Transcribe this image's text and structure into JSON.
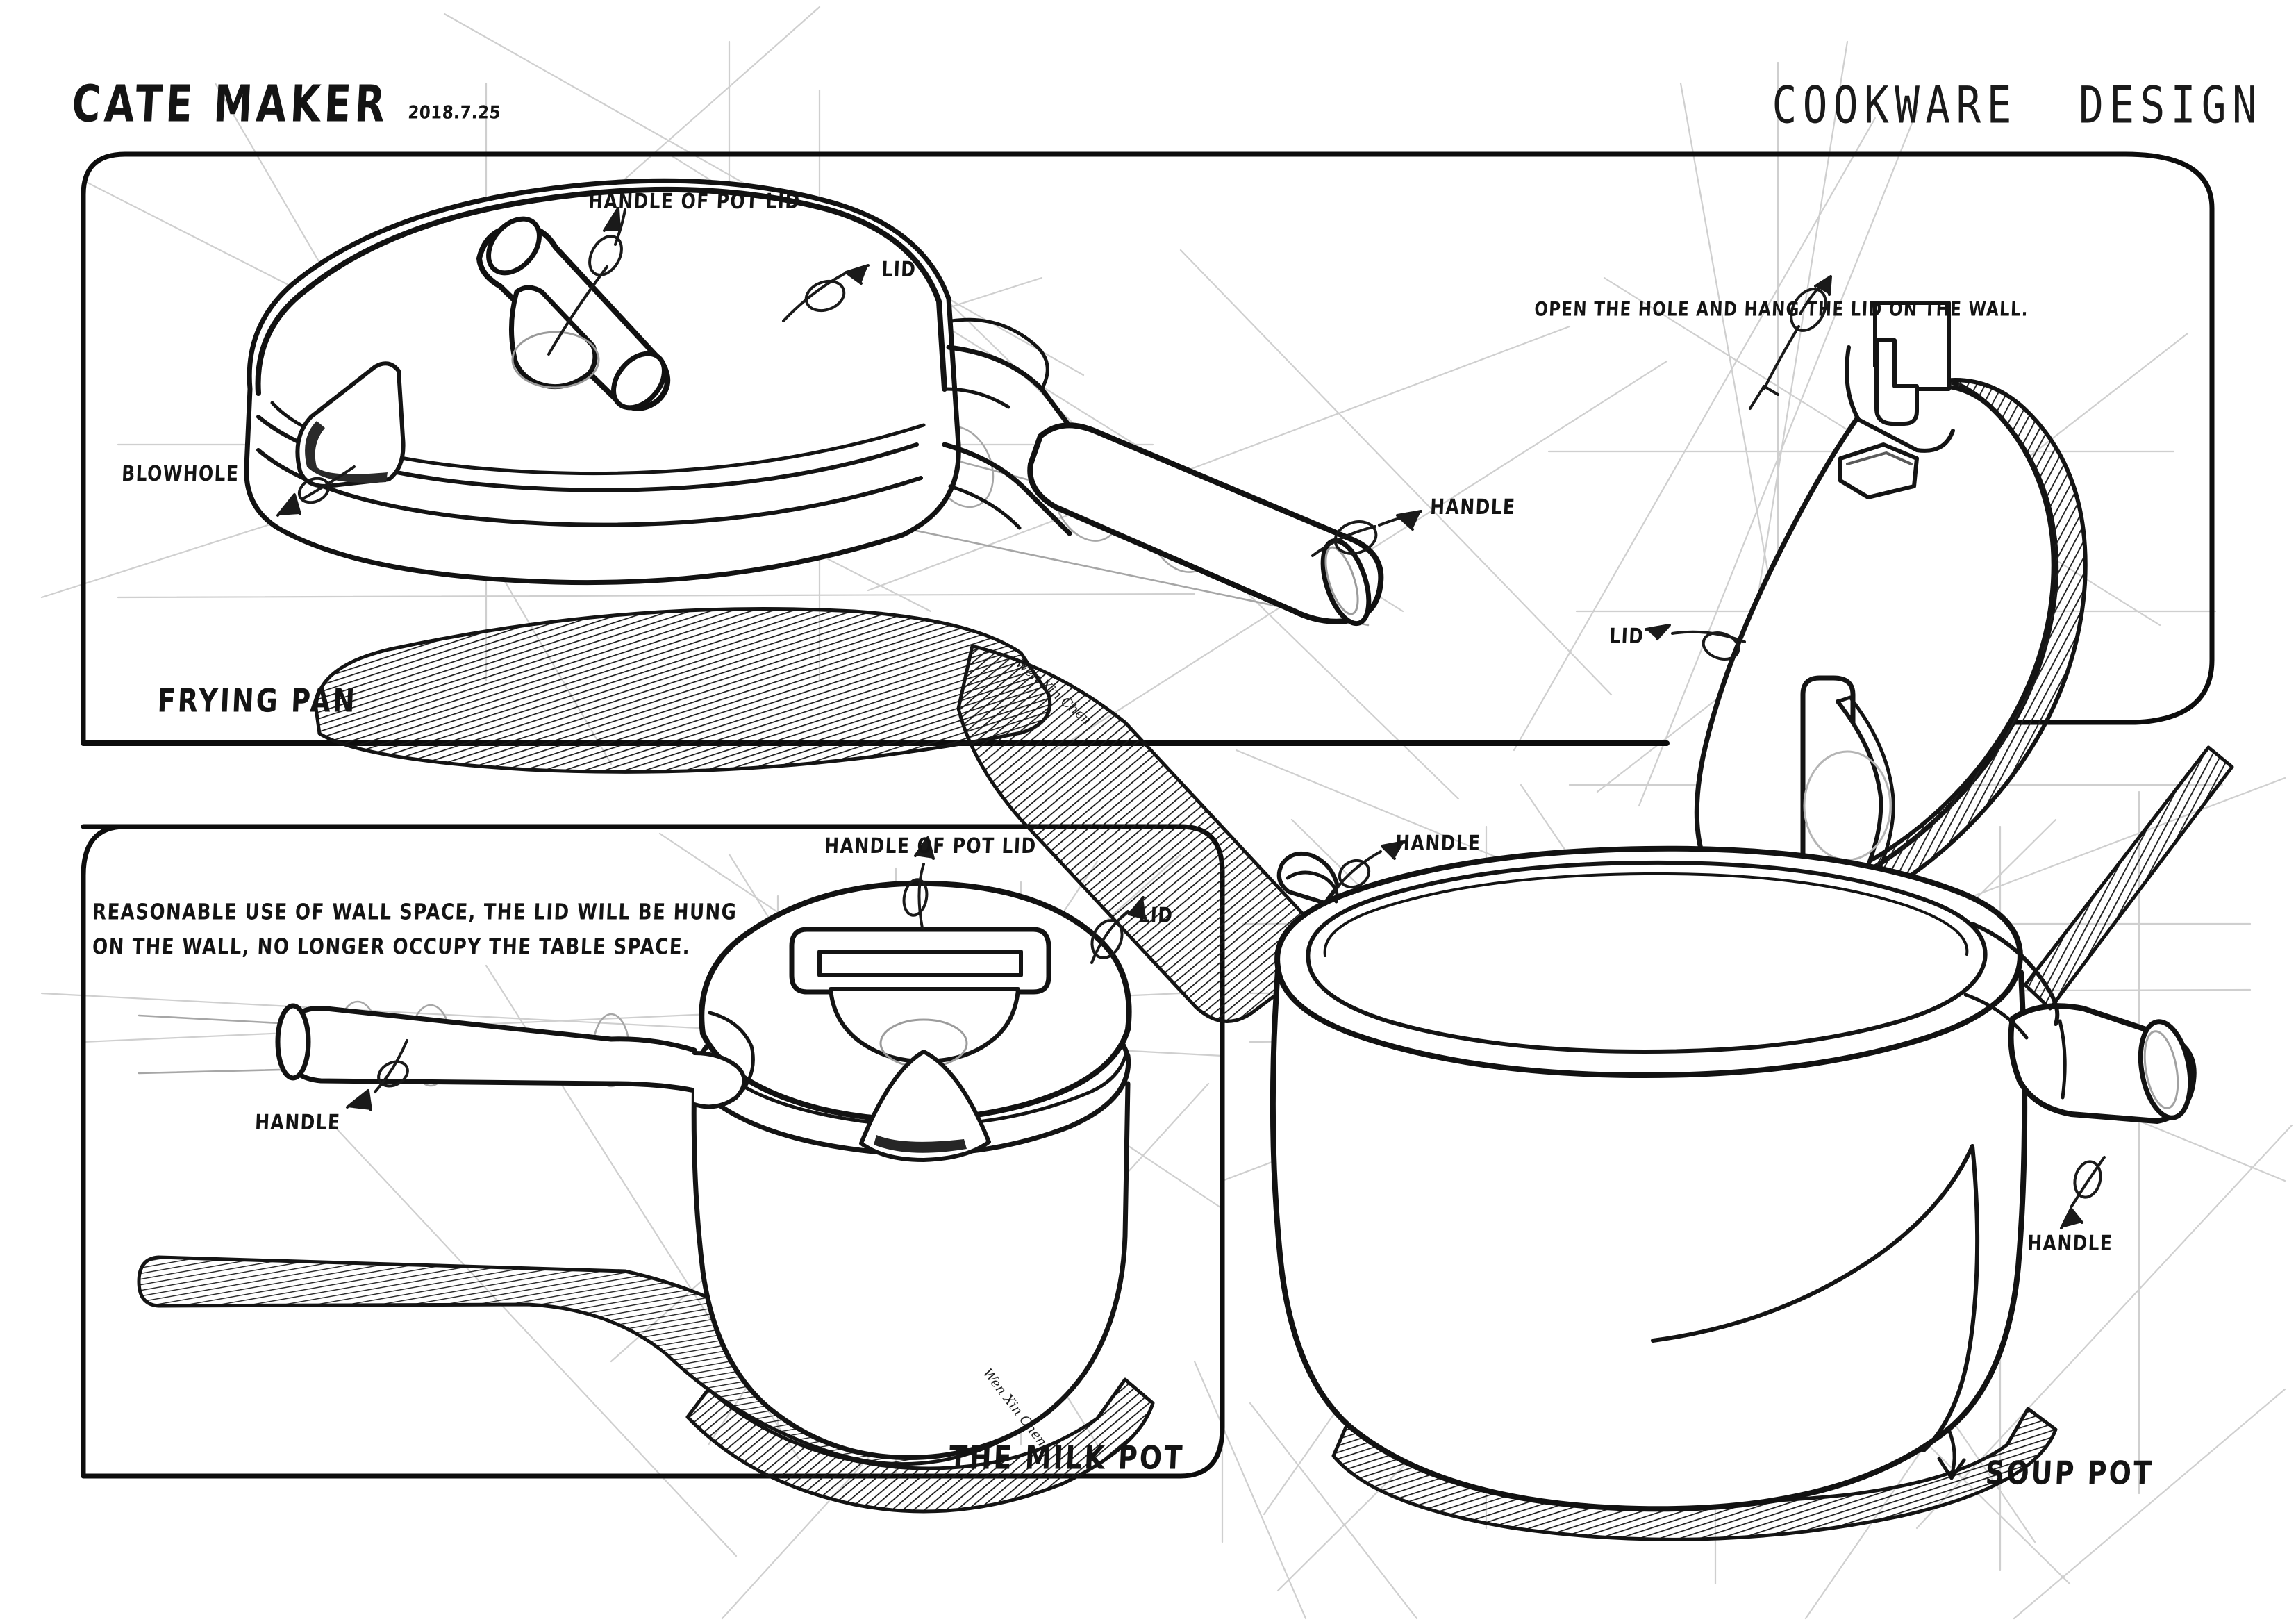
{
  "sheet": {
    "background_color": "#ffffff",
    "ink_color": "#141414",
    "construction_line_color": "#c9c9c9",
    "medium_line_color": "#8c8c8c"
  },
  "header": {
    "studio_title": "CATE MAKER",
    "date": "2018.7.25",
    "project_title": "COOKWARE  DESIGN"
  },
  "panels": [
    {
      "id": "frying-pan",
      "name_label": "FRYING PAN",
      "callouts": [
        {
          "key": "handle_of_pot_lid",
          "text": "HANDLE OF POT LID"
        },
        {
          "key": "lid",
          "text": "LID"
        },
        {
          "key": "blowhole",
          "text": "BLOWHOLE"
        },
        {
          "key": "handle",
          "text": "HANDLE"
        }
      ],
      "signature": "Wen Xin Chen"
    },
    {
      "id": "milk-pot",
      "name_label": "THE MILK POT",
      "note": "REASONABLE USE OF WALL SPACE, THE LID WILL BE HUNG\nON THE WALL, NO LONGER OCCUPY THE TABLE SPACE.",
      "callouts": [
        {
          "key": "handle_of_pot_lid",
          "text": "HANDLE OF POT LID"
        },
        {
          "key": "lid",
          "text": "LID"
        },
        {
          "key": "handle",
          "text": "HANDLE"
        }
      ],
      "signature": "Wen Xin Chen"
    },
    {
      "id": "soup-pot",
      "name_label": "SOUP POT",
      "callouts": [
        {
          "key": "handle_left",
          "text": "HANDLE"
        },
        {
          "key": "handle_right",
          "text": "HANDLE"
        }
      ]
    },
    {
      "id": "wall-hung-lid",
      "note": "OPEN THE HOLE AND HANG THE LID ON THE WALL.",
      "callouts": [
        {
          "key": "lid",
          "text": "LID"
        }
      ]
    }
  ],
  "labels": {
    "frying_pan_name": "FRYING PAN",
    "frying_pan_handle_of_pot_lid": "HANDLE OF POT LID",
    "frying_pan_lid": "LID",
    "frying_pan_blowhole": "BLOWHOLE",
    "frying_pan_handle": "HANDLE",
    "wall_lid_note": "OPEN THE HOLE AND HANG THE LID ON THE WALL.",
    "wall_lid_lid": "LID",
    "milk_pot_note_line1": "REASONABLE USE OF WALL SPACE, THE LID WILL BE HUNG",
    "milk_pot_note_line2": "ON THE WALL, NO LONGER OCCUPY THE TABLE SPACE.",
    "milk_pot_handle_of_pot_lid": "HANDLE OF POT LID",
    "milk_pot_lid": "LID",
    "milk_pot_handle": "HANDLE",
    "milk_pot_name": "THE MILK POT",
    "soup_pot_handle_left": "HANDLE",
    "soup_pot_handle_right": "HANDLE",
    "soup_pot_name": "SOUP POT",
    "signature_pan": "Wen Xin Chen",
    "signature_milk": "Wen Xin Chen"
  }
}
